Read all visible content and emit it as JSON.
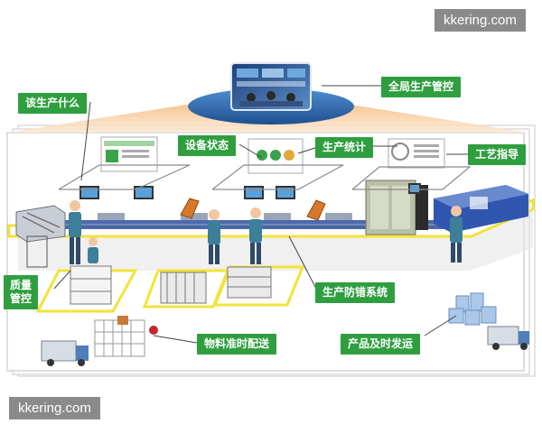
{
  "watermarks": {
    "top": "kkering.com",
    "bottom": "kkering.com"
  },
  "labels": {
    "global_control": "全局生产管控",
    "what_to_produce": "该生产什么",
    "equipment_status": "设备状态",
    "production_stats": "生产统计",
    "process_guide": "工艺指导",
    "quality_control": "质量管控",
    "error_proofing": "生产防错系统",
    "material_delivery": "物料准时配送",
    "product_shipping": "产品及时发运"
  },
  "colors": {
    "label_bg": "#2f9e3f",
    "belt_yellow": "#f2e33a",
    "ellipse_blue": "#2f6fb4",
    "frame_gray": "#c8c8c8",
    "fan_peach": "#f6cfa0",
    "worker_teal": "#3c7f9a",
    "conveyor_blue": "#2f4fa0"
  },
  "icons": [
    "control-room-screen",
    "monitor-icon",
    "worker-figure",
    "robot-arm",
    "truck-icon",
    "warehouse-boxes",
    "cart-rack",
    "machine-cabinet",
    "shelf-rack"
  ]
}
